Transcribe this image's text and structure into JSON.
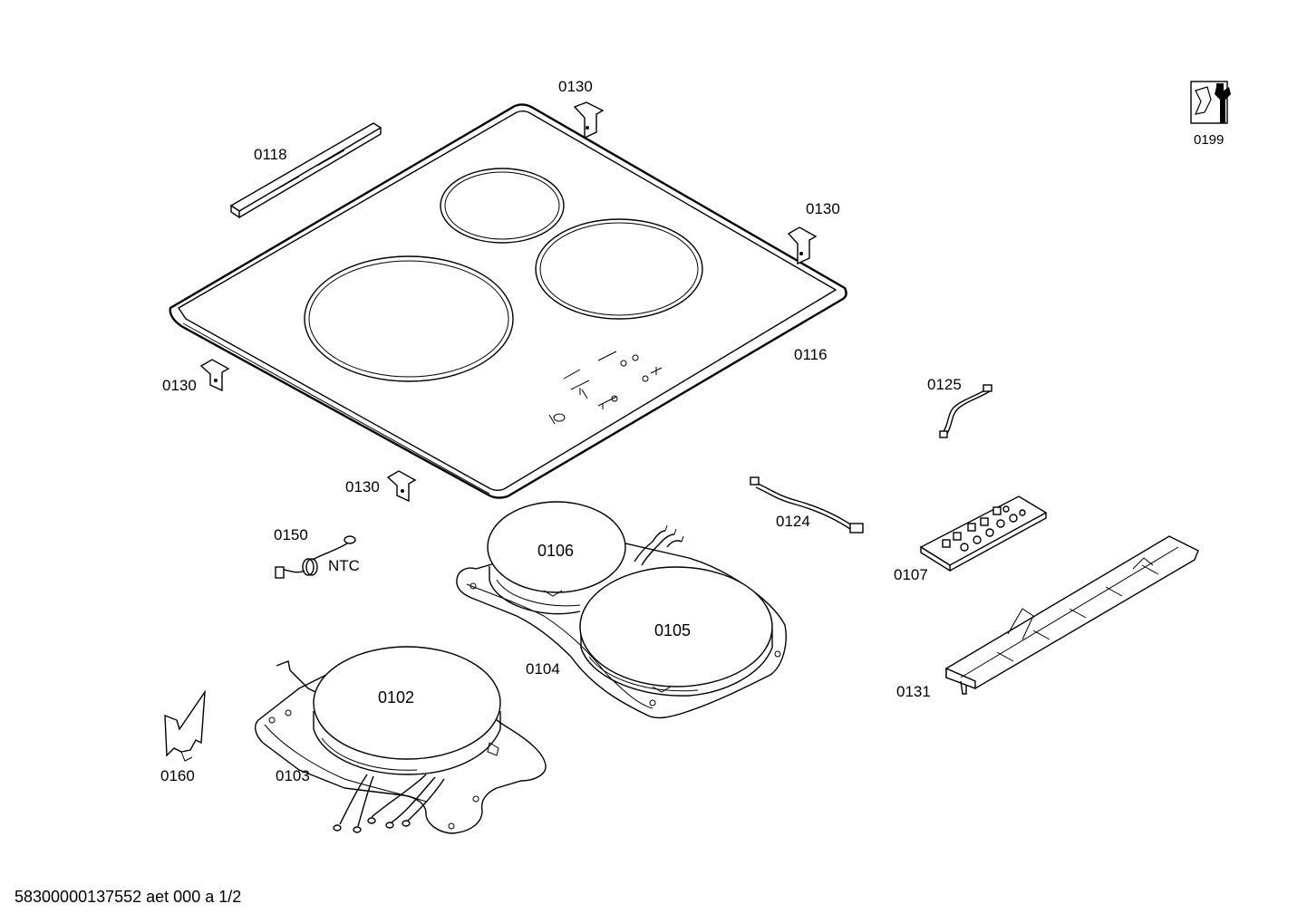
{
  "labels": {
    "p0130_top": "0130",
    "p0130_right": "0130",
    "p0130_left": "0130",
    "p0130_bottom": "0130",
    "p0118": "0118",
    "p0116": "0116",
    "p0199": "0199",
    "p0125": "0125",
    "p0124": "0124",
    "p0107": "0107",
    "p0131": "0131",
    "p0150": "0150",
    "ntc": "NTC",
    "p0106": "0106",
    "p0105": "0105",
    "p0104": "0104",
    "p0102": "0102",
    "p0103": "0103",
    "p0160": "0160"
  },
  "footer": {
    "doc_id": "58300000137552 aet 000 a 1/2"
  }
}
